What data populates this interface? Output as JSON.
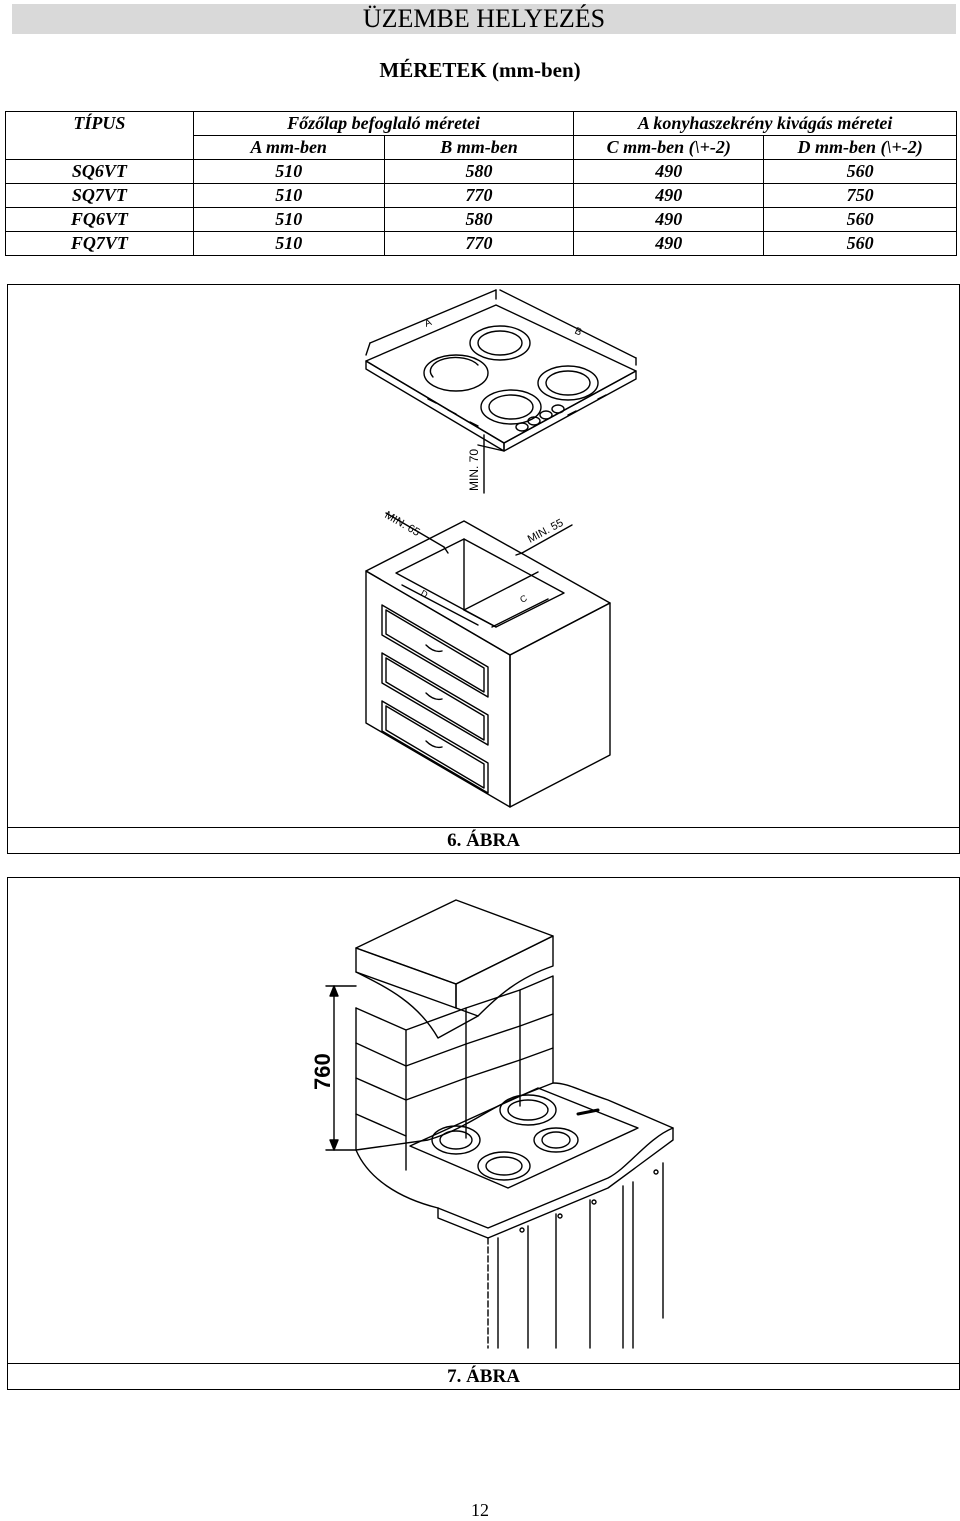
{
  "page": {
    "title": "ÜZEMBE HELYEZÉS",
    "subtitle": "MÉRETEK (mm-ben)",
    "page_number": "12"
  },
  "table": {
    "type_header": "TÍPUS",
    "group1": "Főzőlap befoglaló méretei",
    "group2": "A konyhaszekrény kivágás méretei",
    "cols": [
      "A mm-ben",
      "B mm-ben",
      "C mm-ben (\\+-2)",
      "D mm-ben (\\+-2)"
    ],
    "rows": [
      {
        "type": "SQ6VT",
        "a": "510",
        "b": "580",
        "c": "490",
        "d": "560"
      },
      {
        "type": "SQ7VT",
        "a": "510",
        "b": "770",
        "c": "490",
        "d": "750"
      },
      {
        "type": "FQ6VT",
        "a": "510",
        "b": "580",
        "c": "490",
        "d": "560"
      },
      {
        "type": "FQ7VT",
        "a": "510",
        "b": "770",
        "c": "490",
        "d": "560"
      }
    ]
  },
  "figure6": {
    "caption": "6. ÁBRA",
    "labels": {
      "a": "A",
      "b": "B",
      "min70": "MIN. 70",
      "min65": "MIN. 65",
      "min55": "MIN. 55",
      "c": "C",
      "d": "D"
    }
  },
  "figure7": {
    "caption": "7. ÁBRA",
    "labels": {
      "height": "760"
    }
  }
}
